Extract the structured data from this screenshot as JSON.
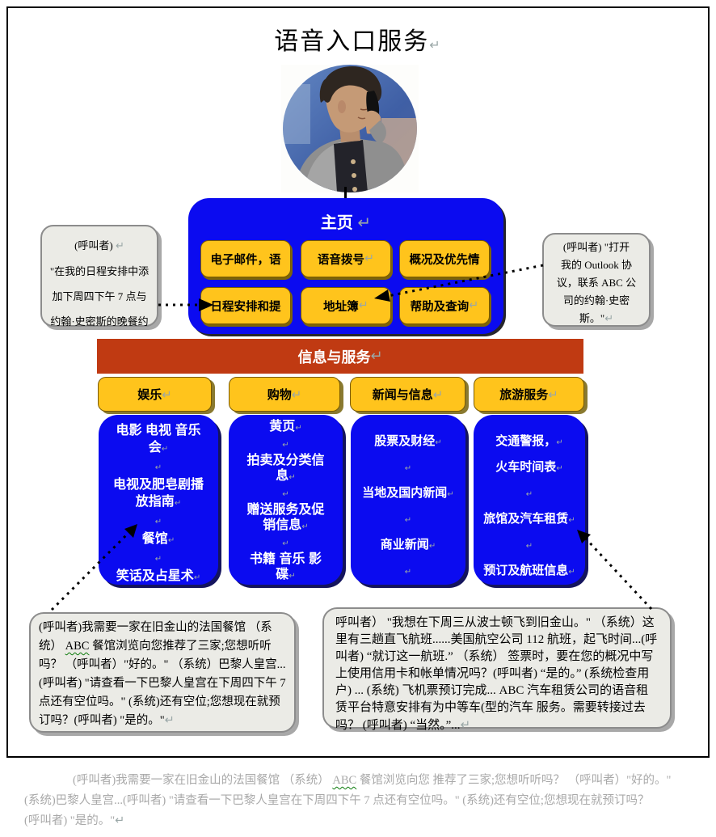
{
  "marks": {
    "pilcrow": "↵"
  },
  "title": "语音入口服务",
  "home": {
    "label": "主页",
    "buttons": [
      {
        "label": "电子邮件，语"
      },
      {
        "label": "语音拨号"
      },
      {
        "label": "概况及优先情"
      },
      {
        "label": "日程安排和提"
      },
      {
        "label": "地址簿"
      },
      {
        "label": "帮助及查询"
      }
    ]
  },
  "callout_left": {
    "line1": "(呼叫者)",
    "line2": "\"在我的日程安排中添",
    "line3": "加下周四下午 7 点与",
    "line4": "约翰·史密斯的晚餐约"
  },
  "callout_right": {
    "line1": "(呼叫者) \"打开",
    "line2": "我的 Outlook 协",
    "line3": "议，联系 ABC 公",
    "line4": "司的约翰·史密",
    "line5": "斯。\""
  },
  "services_bar": {
    "label": "信息与服务"
  },
  "categories": [
    {
      "label": "娱乐",
      "items": [
        "电影 电视 音乐会",
        "",
        "电视及肥皂剧播放指南",
        "",
        "餐馆",
        "",
        "笑话及占星术"
      ]
    },
    {
      "label": "购物",
      "items": [
        "黄页",
        "",
        "拍卖及分类信息",
        "",
        "赠送服务及促销信息",
        "",
        "书籍 音乐 影碟"
      ]
    },
    {
      "label": "新闻与信息",
      "items": [
        "股票及财经",
        "",
        "当地及国内新闻",
        "",
        "商业新闻",
        ""
      ]
    },
    {
      "label": "旅游服务",
      "items": [
        "交通警报，",
        "火车时间表",
        "",
        "旅馆及汽车租赁",
        "",
        "预订及航班信息"
      ]
    }
  ],
  "dialog_left": {
    "part1": "(呼叫者)我需要一家在旧金山的法国餐馆 （系统） ",
    "abc": "ABC",
    "part2": " 餐馆浏览向您推荐了三家;您想听听吗？  （呼叫者）\"好的。\"  （系统）巴黎人皇宫...(呼叫者) \"请查看一下巴黎人皇宫在下周四下午 7 点还有空位吗。\" (系统)还有空位;您想现在就预订吗？(呼叫者) \"是的。\""
  },
  "dialog_right": {
    "text": "呼叫者） \"我想在下周三从波士顿飞到旧金山。\" （系统）这里有三趟直飞航班......美国航空公司 112 航班，起飞时间...(呼叫者) “就订这一航班.”  （系统） 签票时，要在您的概况中写上使用信用卡和帐单情况吗？(呼叫者) “是的。” (系统检查用户) ... (系统) 飞机票预订完成... ABC 汽车租赁公司的语音租赁平台特意安排有为中等车(型的汽车  服务。需要转接过去吗？ (呼叫者) “当然。”..."
  },
  "footer": {
    "line1_part1": "(呼叫者)我需要一家在旧金山的法国餐馆 （系统） ",
    "line1_abc": "ABC",
    "line1_part2": " 餐馆浏览向您 推荐了三家;您想听听吗？   （呼叫者）\"好的。\"",
    "line2": "(系统)巴黎人皇宫...(呼叫者) \"请查看一下巴黎人皇宫在下周四下午 7 点还有空位吗。\" (系统)还有空位;您想现在就预订吗？",
    "line3": "(呼叫者) \"是的。\""
  }
}
